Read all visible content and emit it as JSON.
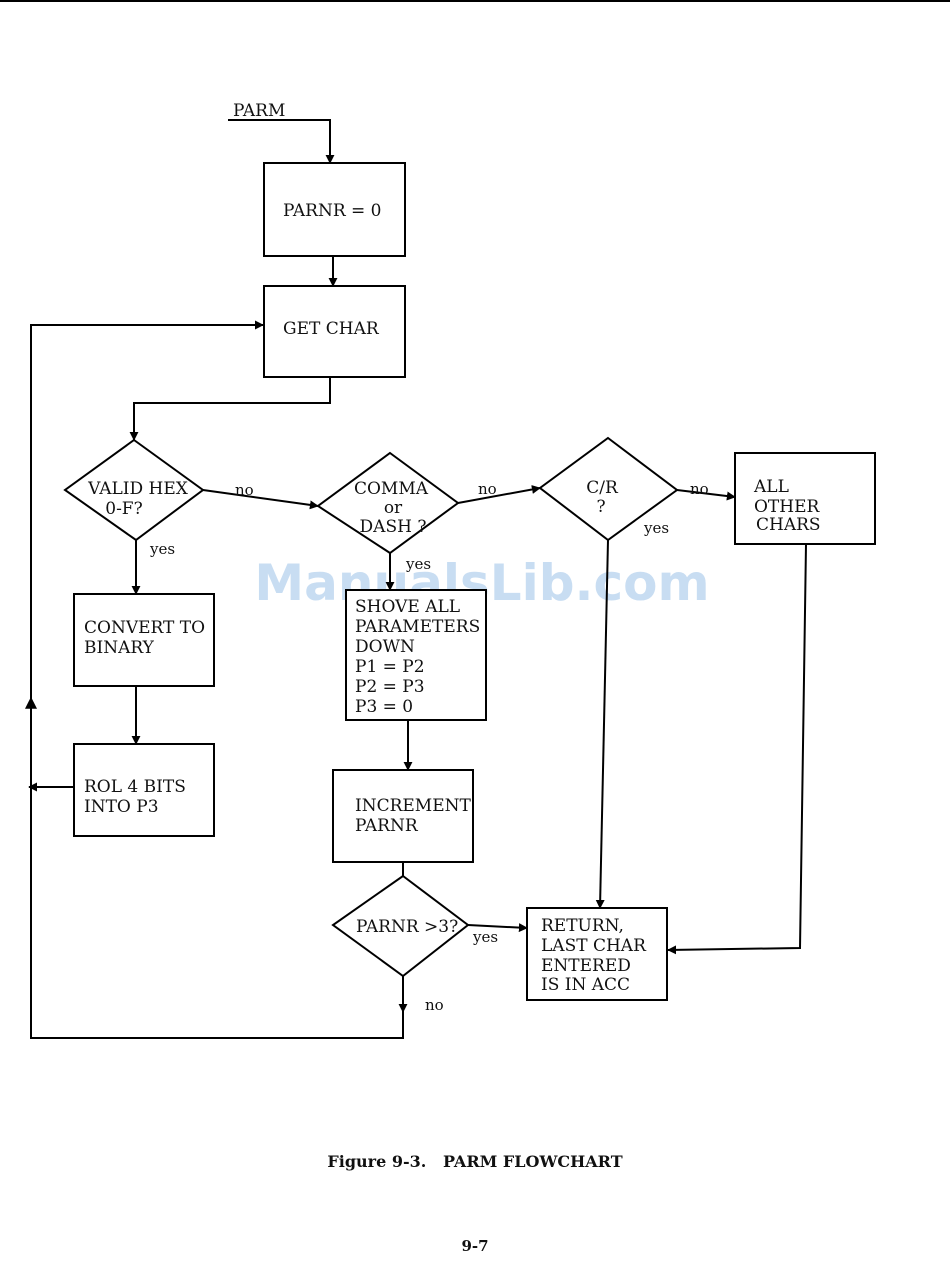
{
  "diagram": {
    "entry_label": "PARM",
    "nodes": {
      "init": [
        "PARNR = 0"
      ],
      "get_char": [
        "GET CHAR"
      ],
      "valid_hex": [
        "VALID HEX",
        "0-F?"
      ],
      "comma_dash": [
        "COMMA",
        "or",
        "DASH ?"
      ],
      "cr": [
        "C/R",
        "?"
      ],
      "other": [
        "ALL",
        "OTHER",
        "CHARS"
      ],
      "convert": [
        "CONVERT TO",
        "BINARY"
      ],
      "rol": [
        "ROL 4 BITS",
        "INTO P3"
      ],
      "shove": [
        "SHOVE ALL",
        "PARAMETERS",
        "DOWN",
        "P1 = P2",
        "P2 = P3",
        "P3 = 0"
      ],
      "increment": [
        "INCREMENT",
        "PARNR"
      ],
      "parnr_gt3": [
        "PARNR >3?"
      ],
      "return": [
        "RETURN,",
        "LAST CHAR",
        "ENTERED",
        "IS IN ACC"
      ]
    },
    "edge_labels": {
      "hex_no": "no",
      "hex_yes": "yes",
      "comma_no": "no",
      "comma_yes": "yes",
      "cr_no": "no",
      "cr_yes": "yes",
      "parnr_yes": "yes",
      "parnr_no": "no"
    }
  },
  "watermark": "ManualsLib.com",
  "caption": "Figure 9-3.   PARM FLOWCHART",
  "page_number": "9-7"
}
